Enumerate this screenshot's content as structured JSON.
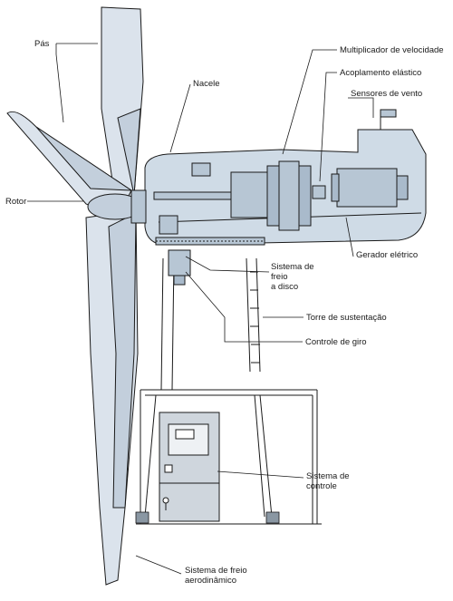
{
  "labels": {
    "pas": "Pás",
    "nacele": "Nacele",
    "rotor": "Rotor",
    "multiplicador": "Multiplicador de velocidade",
    "acoplamento": "Acoplamento elástico",
    "sensores": "Sensores de vento",
    "gerador": "Gerador elétrico",
    "freio_disco_1": "Sistema de",
    "freio_disco_2": "freio",
    "freio_disco_3": "a disco",
    "torre": "Torre de sustentação",
    "giro": "Controle de giro",
    "controle_1": "Sistema de",
    "controle_2": "controle",
    "aero_1": "Sistema de freio",
    "aero_2": "aerodinâmico"
  },
  "colors": {
    "line": "#1a1a1a",
    "blade_fill": "#dbe3ec",
    "blade_shade": "#c3cfdc",
    "nacelle_fill": "#cfdbe6",
    "machine_fill": "#b7c6d4",
    "cabinet_fill": "#cfd6dd"
  }
}
